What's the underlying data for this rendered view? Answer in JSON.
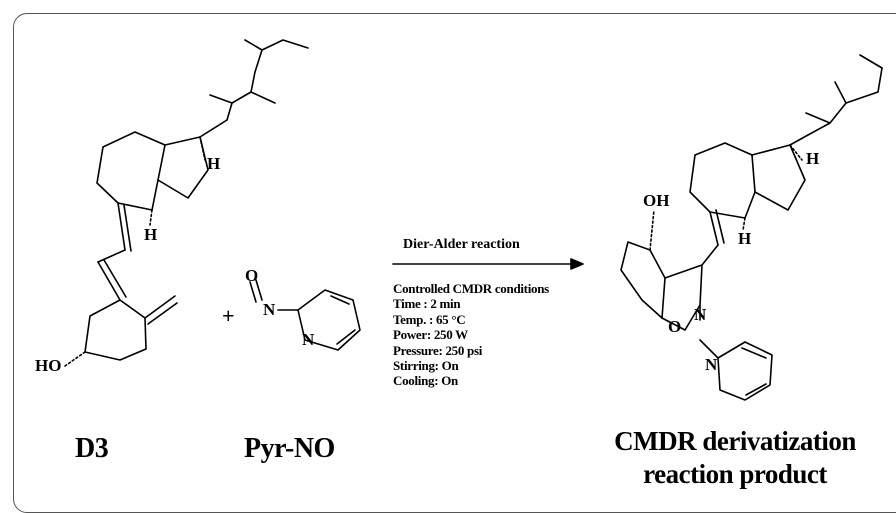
{
  "reactant1": {
    "label": "D3",
    "atoms": {
      "h_top": "H",
      "h_bottom": "H",
      "ho": "HO"
    }
  },
  "plus": "+",
  "reactant2": {
    "label": "Pyr-NO",
    "atoms": {
      "o": "O",
      "n_nitroso": "N",
      "n_ring": "N"
    }
  },
  "reaction": {
    "title": "Dier-Alder reaction",
    "conditions_heading": "Controlled CMDR conditions",
    "conditions": [
      "Time   : 2 min",
      "Temp. : 65  °C",
      "Power: 250 W",
      "Pressure: 250 psi",
      "Stirring: On",
      "Cooling: On"
    ]
  },
  "product": {
    "label_line1": "CMDR derivatization",
    "label_line2": "reaction product",
    "atoms": {
      "oh": "OH",
      "h_top": "H",
      "h_bottom": "H",
      "n_ring_n": "N",
      "o_ring": "O",
      "n_pyr": "N"
    }
  },
  "colors": {
    "ink": "#000000",
    "frame": "#555555"
  }
}
